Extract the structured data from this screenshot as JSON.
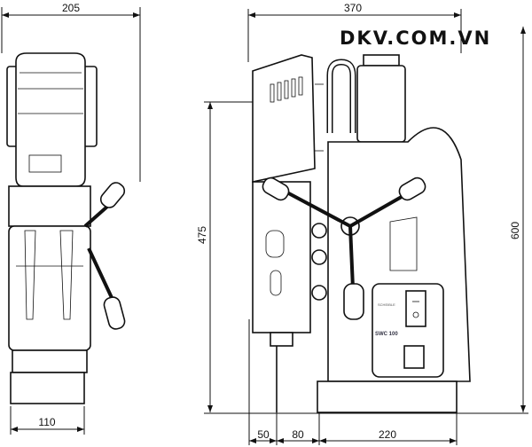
{
  "brand": "DKV.COM.VN",
  "dimensions": {
    "front_width_top": "205",
    "front_base_width": "110",
    "side_width_top": "370",
    "height_column": "475",
    "height_total": "600",
    "offset_a": "50",
    "offset_b": "80",
    "base_length": "220"
  },
  "panel": {
    "model": "SWC 100",
    "maker": "SCHEIBLE"
  }
}
